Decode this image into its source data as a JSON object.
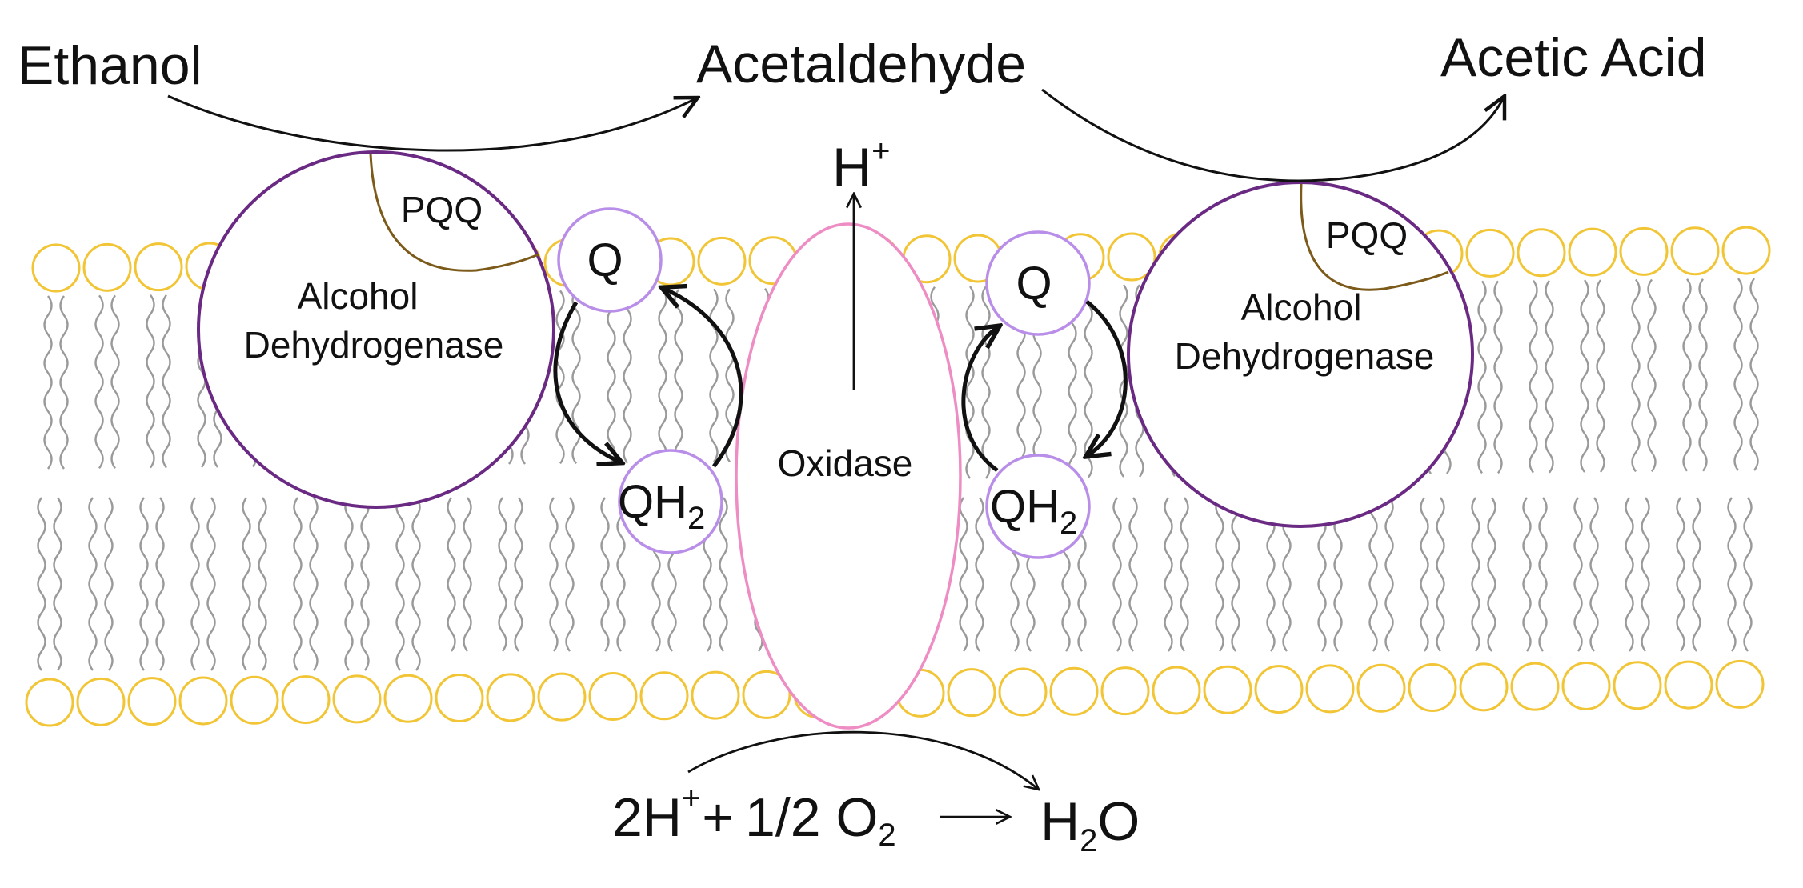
{
  "labels": {
    "ethanol": "Ethanol",
    "acetaldehyde": "Acetaldehyde",
    "acetic_acid": "Acetic Acid",
    "proton": "H",
    "proton_charge": "+",
    "oxidase": "Oxidase",
    "enzyme_left_line1": "Alcohol",
    "enzyme_left_line2": "Dehydrogenase",
    "enzyme_right_line1": "Alcohol",
    "enzyme_right_line2": "Dehydrogenase",
    "pqq_left": "PQQ",
    "pqq_right": "PQQ",
    "q_left": "Q",
    "q_right": "Q",
    "qh2_left": "QH",
    "qh2_right": "QH",
    "qh2_subscript": "2"
  },
  "equation": {
    "coefficient": "2H",
    "charge": "+",
    "plus": "+",
    "oxygen": "1/2 O",
    "oxygen_subscript": "2",
    "product_h": "H",
    "product_subscript": "2",
    "product_o": "O"
  },
  "colors": {
    "lipid_head": "#f1c535",
    "lipid_tail": "#9a9a9a",
    "enzyme_outline": "#6a2a83",
    "pqq_line": "#7b5a1a",
    "quinone_outline": "#b98ee8",
    "oxidase_outline": "#ee8cc4",
    "arrow": "#111111"
  }
}
